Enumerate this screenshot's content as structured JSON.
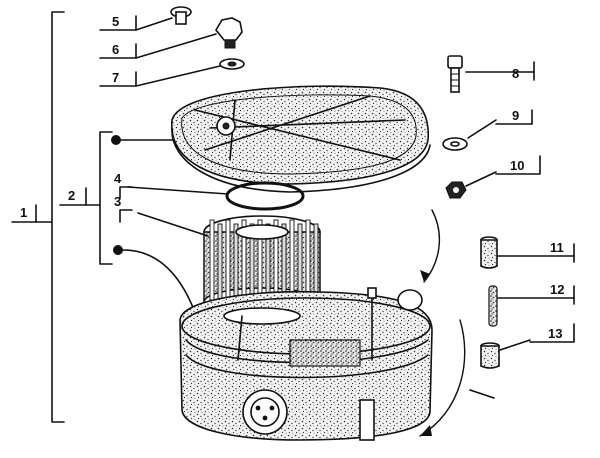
{
  "callouts": {
    "c1": "1",
    "c2": "2",
    "c3": "3",
    "c4": "4",
    "c5": "5",
    "c6": "6",
    "c7": "7",
    "c8": "8",
    "c9": "9",
    "c10": "10",
    "c11": "11",
    "c12": "12",
    "c13": "13"
  },
  "colors": {
    "ink": "#111111",
    "paper": "#ffffff"
  }
}
